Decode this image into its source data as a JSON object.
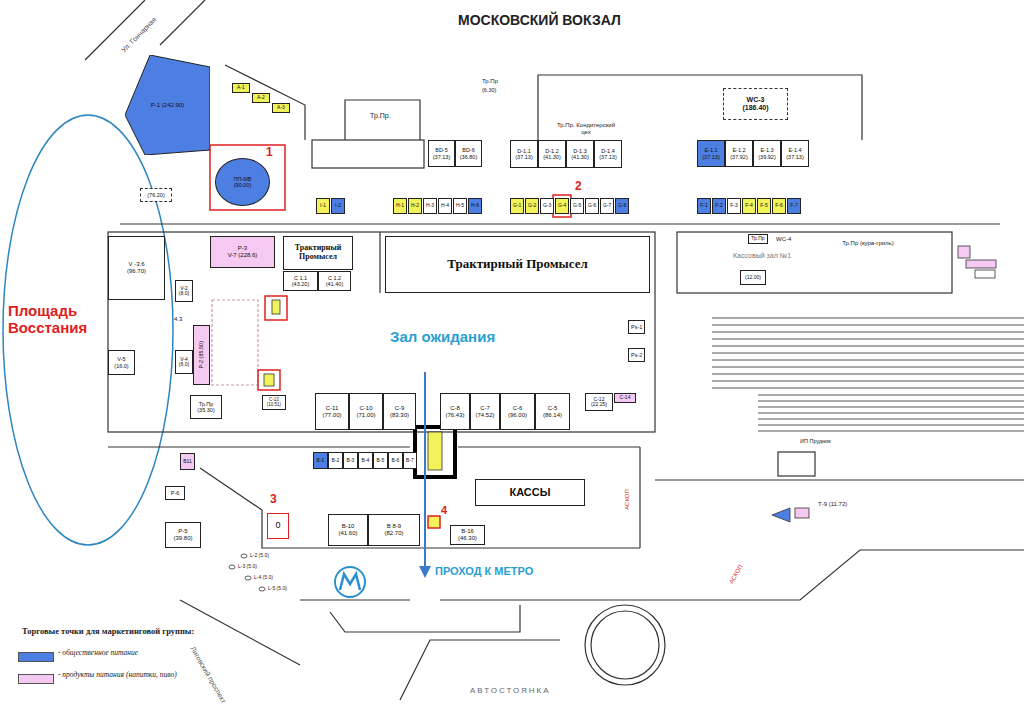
{
  "diagram": {
    "title": "МОСКОВСКИЙ ВОКЗАЛ",
    "nodes": [
      {
        "text": [
          "Р-1 (242.90)"
        ]
      },
      {
        "text": [
          "(76.20)"
        ]
      },
      {
        "text": [
          "А-1"
        ]
      },
      {
        "text": [
          "А-2"
        ]
      },
      {
        "text": [
          "А-3"
        ]
      },
      {
        "text": [
          "ПП-МВ",
          "(90.00)"
        ]
      },
      {
        "text": [
          "BD-5",
          "(37.13)"
        ]
      },
      {
        "text": [
          "BD-6",
          "(36.80)"
        ]
      },
      {
        "text": [
          "D-1.1",
          "(37.13)"
        ]
      },
      {
        "text": [
          "D-1.2",
          "(41.30)"
        ]
      },
      {
        "text": [
          "D-1.3",
          "(41.30)"
        ]
      },
      {
        "text": [
          "D-1.4",
          "(37.13)"
        ]
      },
      {
        "text": [
          "WC-3",
          "(186.40)"
        ]
      },
      {
        "text": [
          "E-1.1",
          "(37.13)"
        ]
      },
      {
        "text": [
          "E-1.2",
          "(37.92)"
        ]
      },
      {
        "text": [
          "E-1.3",
          "(39.92)"
        ]
      },
      {
        "text": [
          "E-1.4",
          "(37.13)"
        ]
      },
      {
        "text": [
          "I-1"
        ]
      },
      {
        "text": [
          "I-2"
        ]
      },
      {
        "text": [
          "H-1"
        ]
      },
      {
        "text": [
          "H-2"
        ]
      },
      {
        "text": [
          "H-3"
        ]
      },
      {
        "text": [
          "H-4"
        ]
      },
      {
        "text": [
          "H-5"
        ]
      },
      {
        "text": [
          "H-6"
        ]
      },
      {
        "text": [
          "G-1"
        ]
      },
      {
        "text": [
          "G-2"
        ]
      },
      {
        "text": [
          "G-3"
        ]
      },
      {
        "text": [
          "G-4"
        ]
      },
      {
        "text": [
          "G-5"
        ]
      },
      {
        "text": [
          "G-6"
        ]
      },
      {
        "text": [
          "G-7"
        ]
      },
      {
        "text": [
          "G-8"
        ]
      },
      {
        "text": [
          "F-1"
        ]
      },
      {
        "text": [
          "F-2"
        ]
      },
      {
        "text": [
          "F-3"
        ]
      },
      {
        "text": [
          "F-4"
        ]
      },
      {
        "text": [
          "F-5"
        ]
      },
      {
        "text": [
          "F-6"
        ]
      },
      {
        "text": [
          "F-7"
        ]
      },
      {
        "text": [
          "V -3.6",
          "(96.70)"
        ]
      },
      {
        "text": [
          "Р-3",
          "V-7 (228.6)"
        ]
      },
      {
        "text": [
          "Трактирный Промысел"
        ]
      },
      {
        "text": [
          "С 1.1",
          "(43.20)"
        ]
      },
      {
        "text": [
          "С 1.2",
          "(41.40)"
        ]
      },
      {
        "text": [
          "Трактирный Промысел"
        ]
      },
      {
        "text": [
          "V-2",
          "(8.0)"
        ]
      },
      {
        "text": [
          "Р-2 (85.50)"
        ]
      },
      {
        "text": [
          "V-4",
          "(8.0)"
        ]
      },
      {
        "text": [
          "V-5",
          "(16.0)"
        ]
      },
      {
        "text": [
          "Тр.Пр",
          "(35.30)"
        ]
      },
      {
        "text": [
          "С-13",
          "(10.51)"
        ]
      },
      {
        "text": [
          "C-11",
          "(77.00)"
        ]
      },
      {
        "text": [
          "C-10",
          "(71.00)"
        ]
      },
      {
        "text": [
          "C-9",
          "(83.30)"
        ]
      },
      {
        "text": [
          "C-8",
          "(76.43)"
        ]
      },
      {
        "text": [
          "C-7",
          "(74.52)"
        ]
      },
      {
        "text": [
          "C-6",
          "(96.00)"
        ]
      },
      {
        "text": [
          "C-5",
          "(86.14)"
        ]
      },
      {
        "text": [
          "C-12",
          "(22.25)"
        ]
      },
      {
        "text": [
          "C-14"
        ]
      },
      {
        "text": [
          "Ps-1"
        ]
      },
      {
        "text": [
          "Ps-2"
        ]
      },
      {
        "text": [
          "Тр.Пр"
        ]
      },
      {
        "text": [
          "(12.00)"
        ]
      },
      {
        "text": [
          "B-1"
        ]
      },
      {
        "text": [
          "B-2"
        ]
      },
      {
        "text": [
          "B-3"
        ]
      },
      {
        "text": [
          "B-4"
        ]
      },
      {
        "text": [
          "B-5"
        ]
      },
      {
        "text": [
          "B-6"
        ]
      },
      {
        "text": [
          "B-7"
        ]
      },
      {
        "text": [
          "B11"
        ]
      },
      {
        "text": [
          "P-6"
        ]
      },
      {
        "text": [
          "P-5",
          "(39.80)"
        ]
      },
      {
        "text": [
          "0"
        ]
      },
      {
        "text": [
          "B-10",
          "(41.60)"
        ]
      },
      {
        "text": [
          "B 8-9",
          "(82.70)"
        ]
      },
      {
        "text": [
          "B-16",
          "(46.30)"
        ]
      },
      {
        "text": [
          "КАССЫ"
        ]
      }
    ],
    "labels": [
      "Ул. Гончарная",
      "Тр.Пр.",
      "Тр.Пр",
      "(6.30)",
      "Тр.Пр. Кондитерский цех",
      "1",
      "2",
      "Зал ожидания",
      "Площадь Восстания",
      "4.3",
      "WC-4",
      "Кассовый зал №1",
      "Тр.Пр (кура-гриль)",
      "ИП Прудник",
      "Т-9 (11.72)",
      "3",
      "4",
      "L-2 (5.0)",
      "L-3 (5.0)",
      "L-4 (5.0)",
      "L-5 (5.0)",
      "ПРОХОД К МЕТРО",
      "АСКОП",
      "АСКОП",
      "Лиговский проспект",
      "АВТОСТОЯНКА",
      "Торговые точки для маркетинговой группы:"
    ],
    "legend": [
      {
        "text": "- общественное питание",
        "color": "#4d7fe3"
      },
      {
        "text": "- продукты питания (напитки, пиво)",
        "color": "#f5c9f2"
      }
    ]
  }
}
